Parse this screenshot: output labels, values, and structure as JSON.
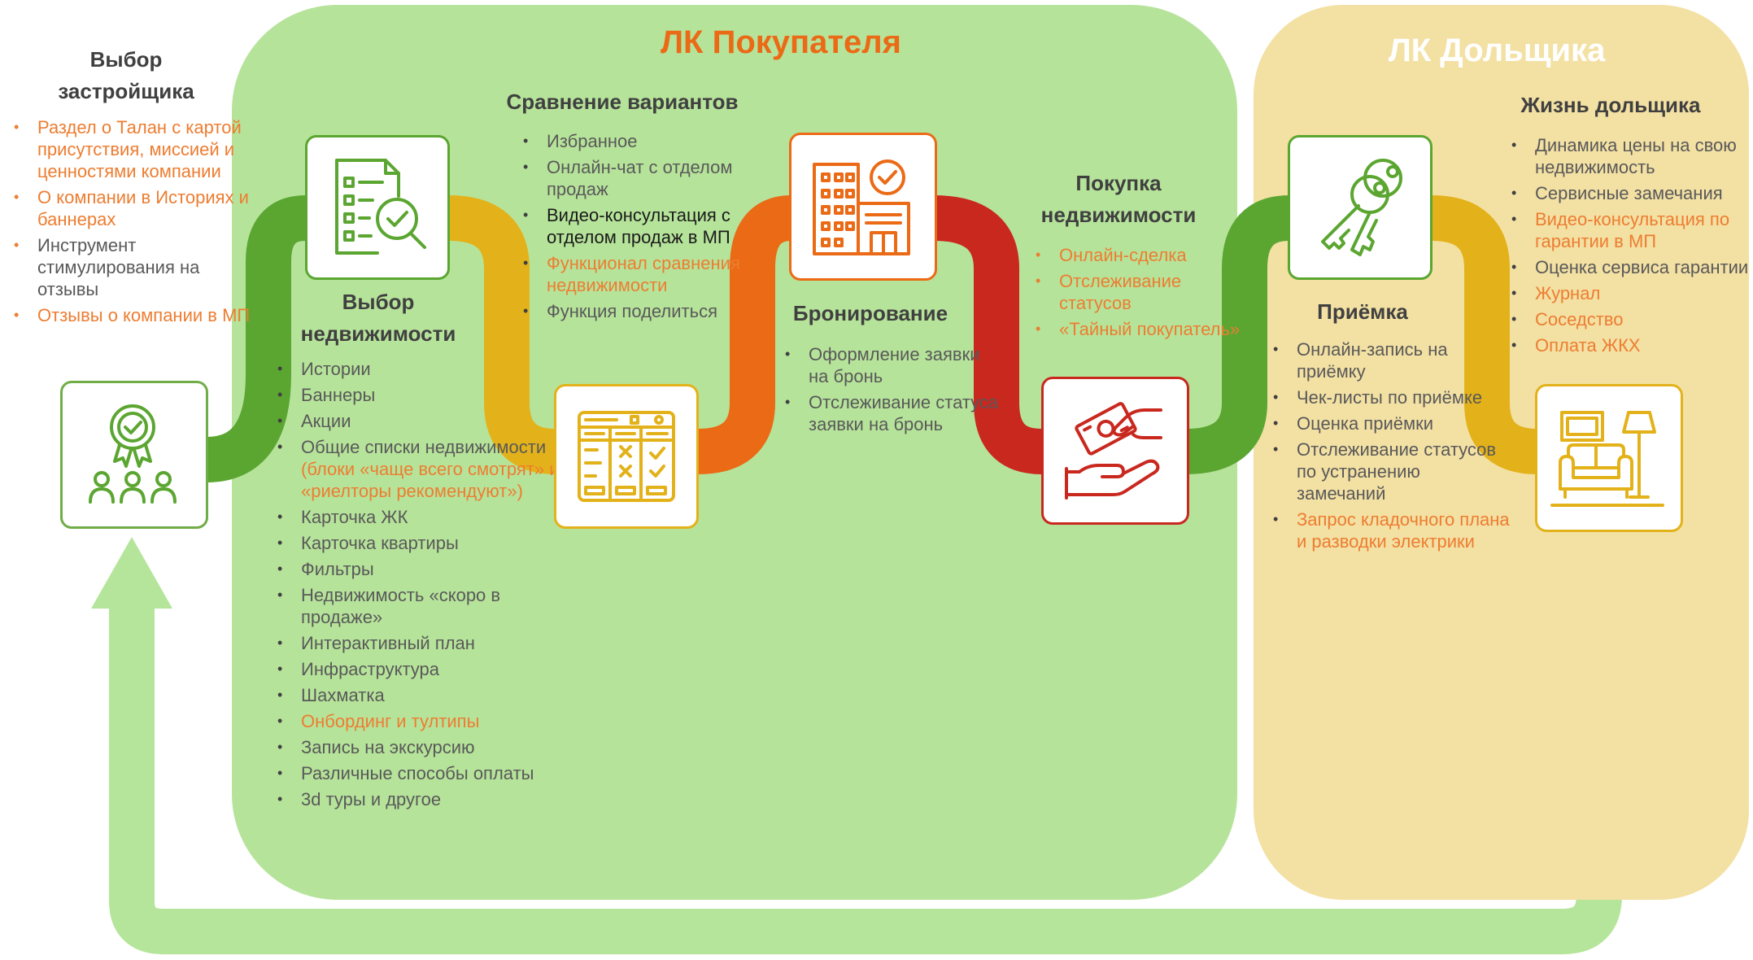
{
  "colors": {
    "buyer_bg": "#B6E39A",
    "owner_bg": "#F3E0A3",
    "green": "#5BA631",
    "yellow": "#E3B21A",
    "orange": "#EB6A16",
    "red": "#C9281F",
    "return_arrow": "#B5E59A",
    "accent_text": "#ED7D31"
  },
  "regions": {
    "buyer": {
      "title": "ЛК Покупателя"
    },
    "owner": {
      "title": "ЛК Дольщика"
    }
  },
  "stages": {
    "developer": {
      "title": "Выбор застройщика",
      "icon": "award-people-icon",
      "items": [
        "Раздел о Талан с картой присутствия, миссией и ценностями компании",
        "О компании в Историях и баннерах",
        "Инструмент стимулирования на отзывы",
        "Отзывы о компании в МП"
      ]
    },
    "property": {
      "title": "Выбор недвижимости",
      "icon": "checklist-magnifier-icon",
      "items": [
        "Истории",
        "Баннеры",
        "Акции",
        "Общие списки недвижимости",
        "(блоки «чаще всего смотрят» и «риелторы рекомендуют»)",
        "Карточка ЖК",
        "Карточка квартиры",
        "Фильтры",
        "Недвижимость «скоро в продаже»",
        "Интерактивный план",
        "Инфраструктура",
        "Шахматка",
        "Онбординг и тултипы",
        "Запись на экскурсию",
        "Различные способы оплаты",
        "3d туры и другое"
      ]
    },
    "compare": {
      "title": "Сравнение вариантов",
      "icon": "comparison-table-icon",
      "items": [
        "Избранное",
        "Онлайн-чат с отделом продаж",
        "Видео-консультация с отделом продаж в МП",
        "Функционал сравнения недвижимости",
        "Функция поделиться"
      ]
    },
    "booking": {
      "title": "Бронирование",
      "icon": "building-check-icon",
      "items": [
        "Оформление заявки на бронь",
        "Отслеживание статуса заявки на бронь"
      ]
    },
    "purchase": {
      "title": "Покупка недвижимости",
      "icon": "money-hands-icon",
      "items": [
        "Онлайн-сделка",
        "Отслеживание статусов",
        "«Тайный покупатель»"
      ]
    },
    "acceptance": {
      "title": "Приёмка",
      "icon": "keys-icon",
      "items": [
        "Онлайн-запись на приёмку",
        "Чек-листы по приёмке",
        "Оценка приёмки",
        "Отслеживание статусов по устранению замечаний",
        "Запрос кладочного плана и разводки электрики"
      ]
    },
    "life": {
      "title": "Жизнь дольщика",
      "icon": "living-room-icon",
      "items": [
        "Динамика цены на свою недвижимость",
        "Сервисные замечания",
        "Видео-консультация по гарантии в МП",
        "Оценка сервиса гарантии",
        "Журнал",
        "Соседство",
        "Оплата ЖКХ"
      ]
    }
  }
}
